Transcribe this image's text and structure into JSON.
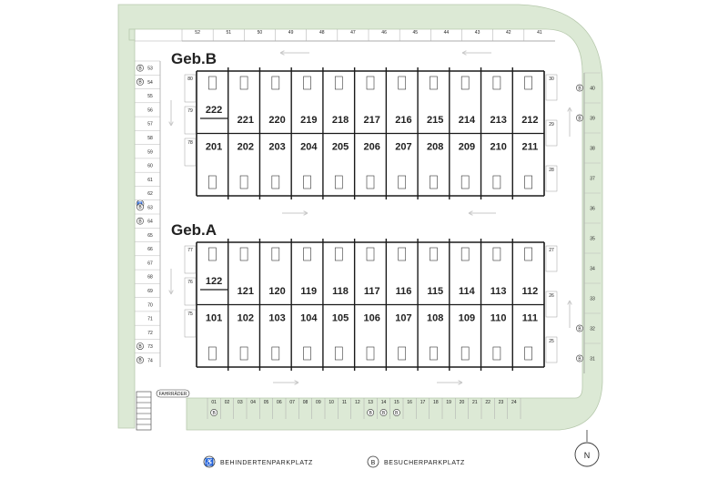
{
  "buildings": [
    {
      "label": "Geb.B",
      "units_top": [
        "222",
        "221",
        "220",
        "219",
        "218",
        "217",
        "216",
        "215",
        "214",
        "213",
        "212"
      ],
      "units_bottom": [
        "201",
        "202",
        "203",
        "204",
        "205",
        "206",
        "207",
        "208",
        "209",
        "210",
        "211"
      ],
      "left_stalls": [
        "80",
        "79",
        "78"
      ],
      "right_stalls": [
        "30",
        "29",
        "28"
      ]
    },
    {
      "label": "Geb.A",
      "units_top": [
        "122",
        "121",
        "120",
        "119",
        "118",
        "117",
        "116",
        "115",
        "114",
        "113",
        "112"
      ],
      "units_bottom": [
        "101",
        "102",
        "103",
        "104",
        "105",
        "106",
        "107",
        "108",
        "109",
        "110",
        "111"
      ],
      "left_stalls": [
        "77",
        "76",
        "75"
      ],
      "right_stalls": [
        "27",
        "26",
        "25"
      ]
    }
  ],
  "parking": {
    "top_row": [
      "52",
      "51",
      "50",
      "49",
      "48",
      "47",
      "46",
      "45",
      "44",
      "43",
      "42",
      "41"
    ],
    "left_column": [
      "53",
      "54",
      "55",
      "56",
      "57",
      "58",
      "59",
      "60",
      "61",
      "62",
      "63",
      "64",
      "65",
      "66",
      "67",
      "68",
      "69",
      "70",
      "71",
      "72",
      "73",
      "74"
    ],
    "right_column": [
      "40",
      "39",
      "38",
      "37",
      "36",
      "35",
      "34",
      "33",
      "32",
      "31"
    ],
    "bottom_row": [
      "01",
      "02",
      "03",
      "04",
      "05",
      "06",
      "07",
      "08",
      "09",
      "10",
      "11",
      "12",
      "13",
      "14",
      "15",
      "16",
      "17",
      "18",
      "19",
      "20",
      "21",
      "22",
      "23",
      "24"
    ]
  },
  "markers": {
    "visitor_letter": "B",
    "visitor_stalls": [
      "53",
      "54",
      "63",
      "64",
      "73",
      "74",
      "01",
      "13",
      "14",
      "15",
      "40",
      "39",
      "32",
      "31"
    ],
    "accessible_stall": "62"
  },
  "bike_label": "FAHRRÄDER",
  "compass_label": "N",
  "legend": {
    "accessible": "BEHINDERTENPARKPLATZ",
    "visitor": "BESUCHERPARKPLATZ"
  },
  "colors": {
    "greenery": "#dce9d5",
    "greenery_stroke": "#b7c9ad",
    "wall": "#1a1a1a",
    "arrow": "#c8c8c8",
    "text": "#222222"
  }
}
